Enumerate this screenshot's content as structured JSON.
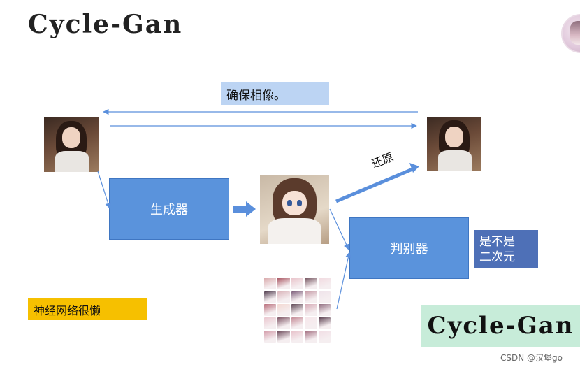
{
  "header": {
    "title": "Cycle-Gan"
  },
  "labels": {
    "ensure_similar": "确保相像。",
    "restore": "还原",
    "generator": "生成器",
    "discriminator": "判别器",
    "answer_line1": "是不是",
    "answer_line2": "二次元",
    "lazy_net": "神经网络很懒",
    "cycle_gan_badge": "Cycle-Gan",
    "watermark": "CSDN @汉堡go"
  },
  "colors": {
    "arrow_blue": "#5a8fdc",
    "box_blue": "#5a93dc",
    "answer_blue": "#4e70b7",
    "highlight_blue": "#bcd4f3",
    "highlight_yellow": "#f6c000",
    "highlight_green": "#c7ecd9"
  },
  "grid_palette": [
    "#d8a7a9",
    "#a64f5c",
    "#e8c2c9",
    "#6d4b57",
    "#f1d9df",
    "#4e3a4c",
    "#d9b3b9",
    "#7a5b78",
    "#c59aa6",
    "#efe3ea",
    "#b96d7a",
    "#f3d8d2",
    "#5e4754",
    "#d5a9b5",
    "#8f6b7d",
    "#eac7cf",
    "#7f5666",
    "#c58b97",
    "#f7e7eb",
    "#5b3f4f",
    "#d39aa8",
    "#694656",
    "#e7c0c9",
    "#a06a7c",
    "#f1dde4"
  ]
}
